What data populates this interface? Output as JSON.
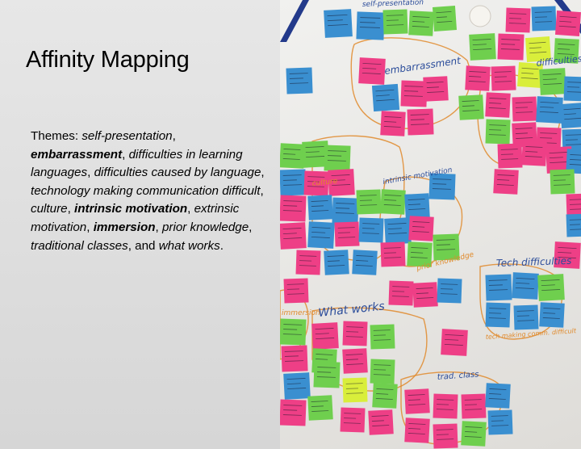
{
  "slide": {
    "title": "Affinity Mapping",
    "themes": [
      {
        "text": "Themes: ",
        "style": "plain"
      },
      {
        "text": "self-presentation",
        "style": "italic"
      },
      {
        "text": ", ",
        "style": "plain"
      },
      {
        "text": "embarrassment",
        "style": "bold-italic"
      },
      {
        "text": ", ",
        "style": "plain"
      },
      {
        "text": "difficulties in learning languages",
        "style": "italic"
      },
      {
        "text": ", ",
        "style": "plain"
      },
      {
        "text": "difficulties caused by language",
        "style": "italic"
      },
      {
        "text": ", ",
        "style": "plain"
      },
      {
        "text": "technology making communication difficult",
        "style": "italic"
      },
      {
        "text": ", ",
        "style": "plain"
      },
      {
        "text": "culture",
        "style": "italic"
      },
      {
        "text": ", ",
        "style": "plain"
      },
      {
        "text": "intrinsic motivation",
        "style": "bold-italic"
      },
      {
        "text": ", ",
        "style": "plain"
      },
      {
        "text": "extrinsic motivation",
        "style": "italic"
      },
      {
        "text": ", ",
        "style": "plain"
      },
      {
        "text": "immersion",
        "style": "bold-italic"
      },
      {
        "text": ", ",
        "style": "plain"
      },
      {
        "text": "prior knowledge",
        "style": "italic"
      },
      {
        "text": ", ",
        "style": "plain"
      },
      {
        "text": "traditional classes",
        "style": "italic"
      },
      {
        "text": ", and ",
        "style": "plain"
      },
      {
        "text": "what works",
        "style": "italic"
      },
      {
        "text": ".",
        "style": "plain"
      }
    ]
  },
  "board_labels": [
    {
      "text": "self-presentation"
    },
    {
      "text": "embarrassment"
    },
    {
      "text": "difficulties"
    },
    {
      "text": "intrinsic motivation"
    },
    {
      "text": "culture"
    },
    {
      "text": "prior knowledge"
    },
    {
      "text": "Tech difficulties"
    },
    {
      "text": "What works"
    },
    {
      "text": "immersion"
    },
    {
      "text": "tech making comm. difficult"
    },
    {
      "text": "trad. class"
    }
  ],
  "colors": {
    "pink": "#ee3f86",
    "blue": "#3a8fd0",
    "green": "#6fcf4e",
    "yellow": "#d9ee3b",
    "orange_marker": "#e08a2c",
    "blue_marker": "#2b4c9a",
    "navy_tape": "#233a8b"
  }
}
